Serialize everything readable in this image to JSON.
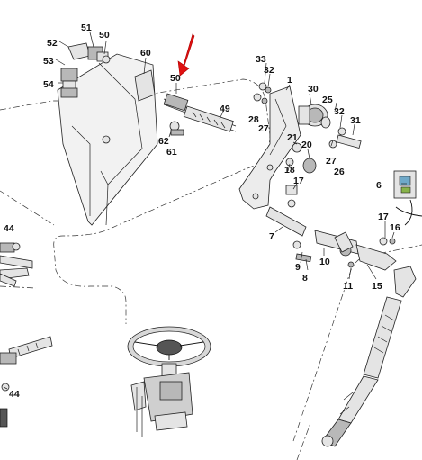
{
  "diagram": {
    "callouts": [
      {
        "id": "c-52",
        "text": "52"
      },
      {
        "id": "c-51",
        "text": "51"
      },
      {
        "id": "c-50a",
        "text": "50"
      },
      {
        "id": "c-53",
        "text": "53"
      },
      {
        "id": "c-54",
        "text": "54"
      },
      {
        "id": "c-60",
        "text": "60"
      },
      {
        "id": "c-50b",
        "text": "50"
      },
      {
        "id": "c-49",
        "text": "49"
      },
      {
        "id": "c-62",
        "text": "62"
      },
      {
        "id": "c-61",
        "text": "61"
      },
      {
        "id": "c-33",
        "text": "33"
      },
      {
        "id": "c-32a",
        "text": "32"
      },
      {
        "id": "c-1",
        "text": "1"
      },
      {
        "id": "c-30",
        "text": "30"
      },
      {
        "id": "c-28",
        "text": "28"
      },
      {
        "id": "c-27a",
        "text": "27"
      },
      {
        "id": "c-25",
        "text": "25"
      },
      {
        "id": "c-32b",
        "text": "32"
      },
      {
        "id": "c-31",
        "text": "31"
      },
      {
        "id": "c-21",
        "text": "21"
      },
      {
        "id": "c-20",
        "text": "20"
      },
      {
        "id": "c-27b",
        "text": "27"
      },
      {
        "id": "c-26",
        "text": "26"
      },
      {
        "id": "c-18",
        "text": "18"
      },
      {
        "id": "c-17a",
        "text": "17"
      },
      {
        "id": "c-6",
        "text": "6"
      },
      {
        "id": "c-17b",
        "text": "17"
      },
      {
        "id": "c-16",
        "text": "16"
      },
      {
        "id": "c-7",
        "text": "7"
      },
      {
        "id": "c-9",
        "text": "9"
      },
      {
        "id": "c-8",
        "text": "8"
      },
      {
        "id": "c-10",
        "text": "10"
      },
      {
        "id": "c-11",
        "text": "11"
      },
      {
        "id": "c-15",
        "text": "15"
      },
      {
        "id": "c-44a",
        "text": "44"
      },
      {
        "id": "c-44b",
        "text": "44"
      }
    ]
  }
}
